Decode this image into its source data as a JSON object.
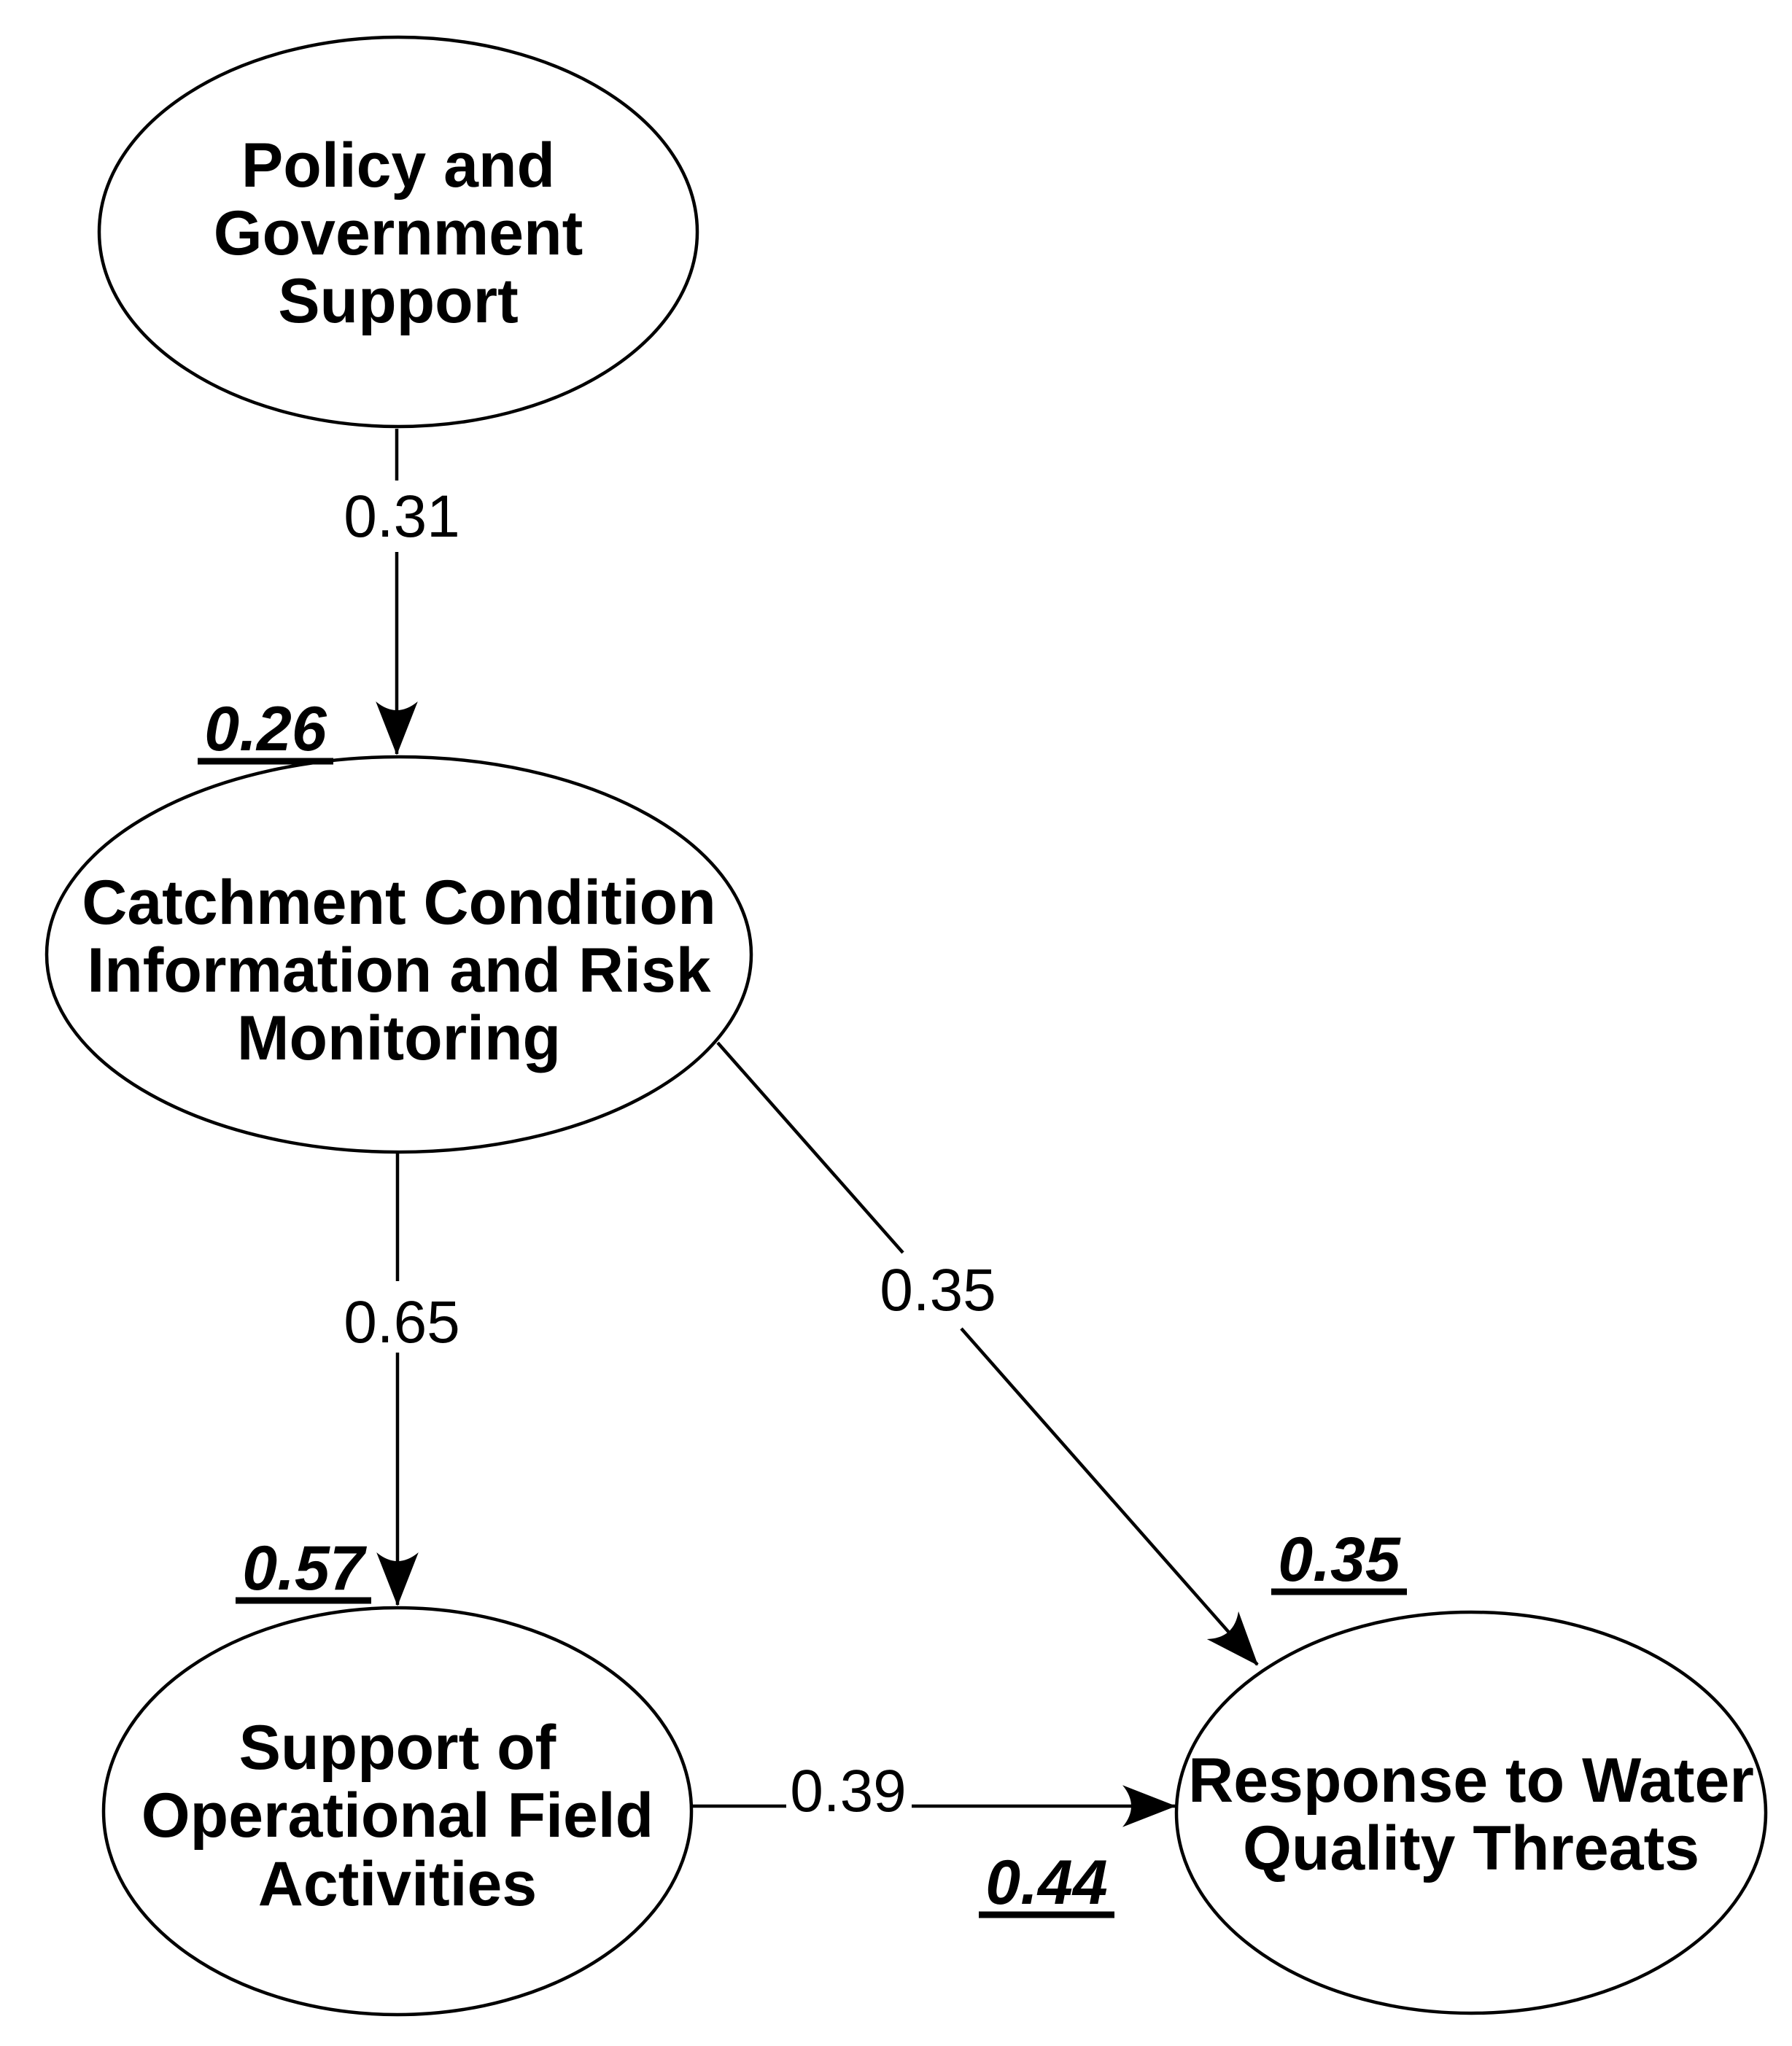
{
  "diagram": {
    "type": "sem-path-diagram",
    "background_color": "#ffffff",
    "stroke_color": "#000000",
    "text_color": "#000000",
    "nodes": [
      {
        "id": "policy-government-support",
        "lines": [
          "Policy and",
          "Government",
          "Support"
        ]
      },
      {
        "id": "catchment-condition-information-risk-monitoring",
        "lines": [
          "Catchment Condition",
          "Information and Risk",
          "Monitoring"
        ]
      },
      {
        "id": "support-operational-field-activities",
        "lines": [
          "Support of",
          "Operational Field",
          "Activities"
        ]
      },
      {
        "id": "response-water-quality-threats",
        "lines": [
          "Response to Water",
          "Quality Threats"
        ]
      }
    ],
    "path_coefficients": {
      "policy_to_catchment": "0.31",
      "catchment_to_support": "0.65",
      "catchment_to_response": "0.35",
      "support_to_response": "0.39"
    },
    "r_squared": {
      "catchment": "0.26",
      "support": "0.57",
      "response_upper": "0.35",
      "response_lower": "0.44"
    }
  }
}
